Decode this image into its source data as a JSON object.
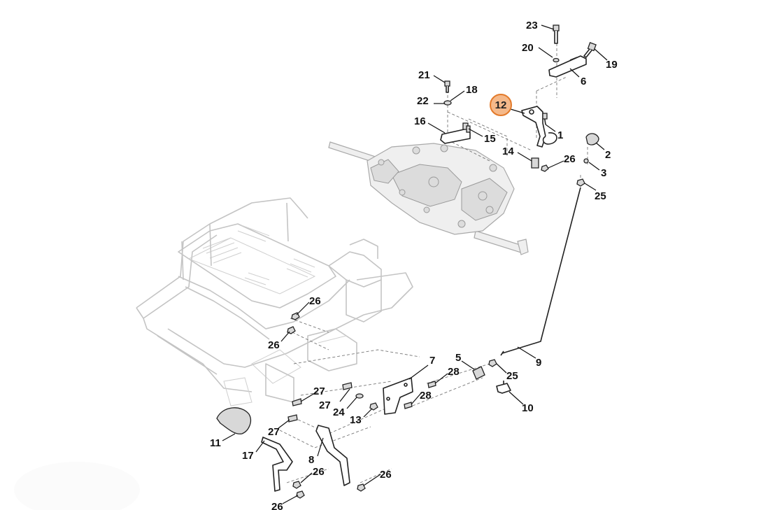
{
  "diagram": {
    "highlight_color": "#e37a2a",
    "highlight_fill": "#f5b98a",
    "highlighted_label": "12",
    "callouts": [
      {
        "id": "c23",
        "text": "23"
      },
      {
        "id": "c20",
        "text": "20"
      },
      {
        "id": "c19",
        "text": "19"
      },
      {
        "id": "c6",
        "text": "6"
      },
      {
        "id": "c21",
        "text": "21"
      },
      {
        "id": "c18",
        "text": "18"
      },
      {
        "id": "c22",
        "text": "22"
      },
      {
        "id": "c12",
        "text": "12"
      },
      {
        "id": "c1",
        "text": "1"
      },
      {
        "id": "c16",
        "text": "16"
      },
      {
        "id": "c15",
        "text": "15"
      },
      {
        "id": "c2",
        "text": "2"
      },
      {
        "id": "c14",
        "text": "14"
      },
      {
        "id": "c26a",
        "text": "26"
      },
      {
        "id": "c3",
        "text": "3"
      },
      {
        "id": "c25a",
        "text": "25"
      },
      {
        "id": "c26b",
        "text": "26"
      },
      {
        "id": "c26c",
        "text": "26"
      },
      {
        "id": "c9",
        "text": "9"
      },
      {
        "id": "c7",
        "text": "7"
      },
      {
        "id": "c5",
        "text": "5"
      },
      {
        "id": "c28a",
        "text": "28"
      },
      {
        "id": "c25b",
        "text": "25"
      },
      {
        "id": "c27a",
        "text": "27"
      },
      {
        "id": "c27b",
        "text": "27"
      },
      {
        "id": "c28b",
        "text": "28"
      },
      {
        "id": "c10",
        "text": "10"
      },
      {
        "id": "c24",
        "text": "24"
      },
      {
        "id": "c13",
        "text": "13"
      },
      {
        "id": "c27c",
        "text": "27"
      },
      {
        "id": "c11",
        "text": "11"
      },
      {
        "id": "c17",
        "text": "17"
      },
      {
        "id": "c8",
        "text": "8"
      },
      {
        "id": "c26d",
        "text": "26"
      },
      {
        "id": "c26e",
        "text": "26"
      },
      {
        "id": "c26f",
        "text": "26"
      }
    ]
  }
}
